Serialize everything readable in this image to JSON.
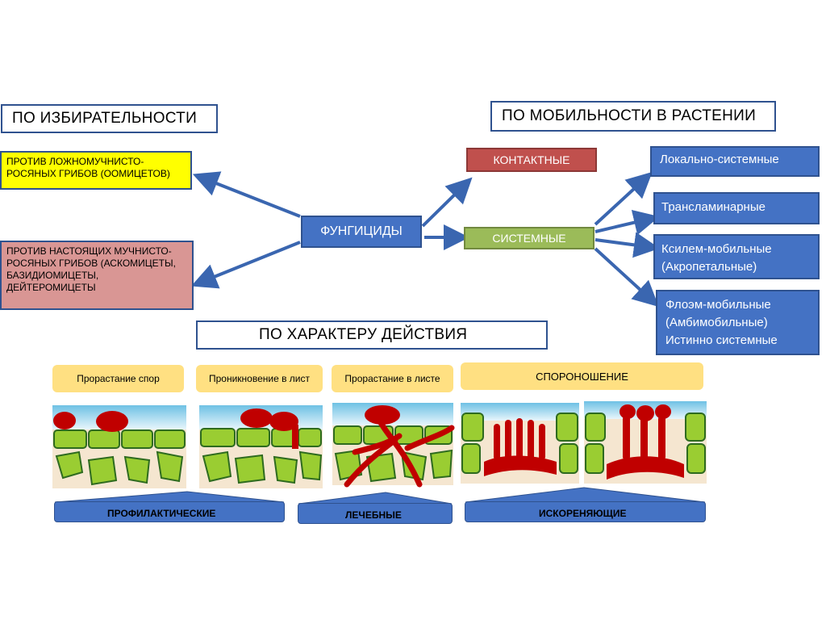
{
  "headings": {
    "selectivity": "ПО ИЗБИРАТЕЛЬНОСТИ",
    "mobility": "ПО МОБИЛЬНОСТИ В РАСТЕНИИ",
    "action": "ПО ХАРАКТЕРУ ДЕЙСТВИЯ"
  },
  "center": {
    "label": "ФУНГИЦИДЫ"
  },
  "selectivity_items": {
    "oomycetes": "ПРОТИВ ЛОЖНОМУЧНИСТО-РОСЯНЫХ ГРИБОВ (ООМИЦЕТОВ)",
    "true_mildew": "ПРОТИВ НАСТОЯЩИХ МУЧНИСТО-РОСЯНЫХ ГРИБОВ (АСКОМИЦЕТЫ, БАЗИДИОМИЦЕТЫ, ДЕЙТЕРОМИЦЕТЫ"
  },
  "mobility_items": {
    "contact": "КОНТАКТНЫЕ",
    "systemic": "СИСТЕМНЫЕ"
  },
  "systemic_types": {
    "local": "Локально-системные",
    "translaminar": "Трансламинарные",
    "xylem_line1": "Ксилем-мобильные",
    "xylem_line2": "(Акропетальные)",
    "phloem_line1": "Флоэм-мобильные",
    "phloem_line2": "(Амбимобильные)",
    "phloem_line3": "Истинно системные"
  },
  "stages": {
    "germination": "Прорастание спор",
    "penetration": "Проникновение в лист",
    "growth": "Прорастание в листе",
    "sporulation": "СПОРОНОШЕНИЕ"
  },
  "action_types": {
    "preventive": "ПРОФИЛАКТИЧЕСКИЕ",
    "curative": "ЛЕЧЕБНЫЕ",
    "eradicant": "ИСКОРЕНЯЮЩИЕ"
  },
  "colors": {
    "blue": "#4472c4",
    "yellow_box": "#ffff00",
    "pink_box": "#d99694",
    "red_box": "#c0504d",
    "green_box": "#9bbb59",
    "stage_tab": "#ffe082",
    "fungus": "#c00000",
    "cell": "#9acd32"
  }
}
